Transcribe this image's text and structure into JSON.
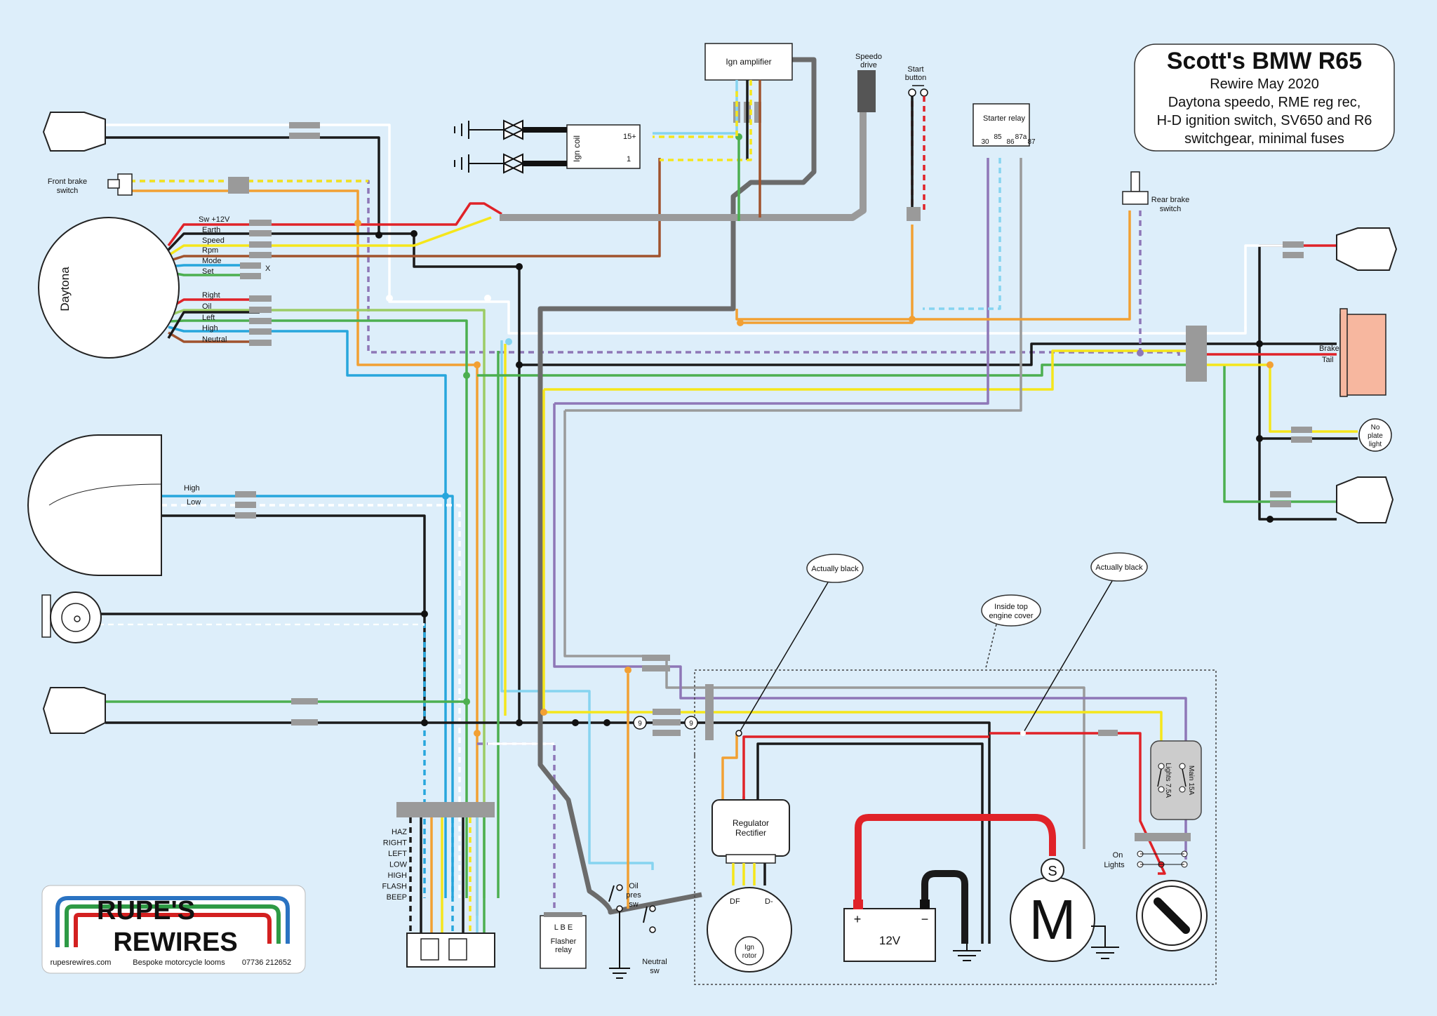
{
  "title": {
    "main": "Scott's BMW R65",
    "line1": "Rewire May 2020",
    "line2": "Daytona speedo, RME reg rec,",
    "line3": "H-D ignition switch, SV650 and R6",
    "line4": "switchgear, minimal fuses"
  },
  "components": {
    "ign_amplifier": "Ign amplifier",
    "ign_coil": "Ign coil",
    "coil_15": "15+",
    "coil_1": "1",
    "speedo_drive_1": "Speedo",
    "speedo_drive_2": "drive",
    "start_button_1": "Start",
    "start_button_2": "button",
    "starter_relay": "Starter relay",
    "relay_30": "30",
    "relay_85": "85",
    "relay_86": "86",
    "relay_87a": "87a",
    "relay_87": "87",
    "rear_brake_1": "Rear brake",
    "rear_brake_2": "switch",
    "front_brake_1": "Front brake",
    "front_brake_2": "switch",
    "daytona": "Daytona",
    "brake": "Brake",
    "tail": "Tail",
    "no_plate_1": "No",
    "no_plate_2": "plate",
    "no_plate_3": "light",
    "high": "High",
    "low": "Low",
    "actually_black_1": "Actually black",
    "actually_black_2": "Actually black",
    "inside_top_1": "Inside top",
    "inside_top_2": "engine cover",
    "regrec_1": "Regulator",
    "regrec_2": "Rectifier",
    "df": "DF",
    "dminus": "D-",
    "ign_rotor_1": "Ign",
    "ign_rotor_2": "rotor",
    "battery": "12V",
    "bat_plus": "+",
    "bat_minus": "−",
    "motor": "M",
    "solenoid": "S",
    "fuse_main": "Main 15A",
    "fuse_lights": "Lights 7.5A",
    "on": "On",
    "lights": "Lights",
    "oil_1": "Oil",
    "oil_2": "pres",
    "oil_3": "sw",
    "neutral_1": "Neutral",
    "neutral_2": "sw",
    "flasher_lbe": "L  B  E",
    "flasher_1": "Flasher",
    "flasher_2": "relay",
    "nine_a": "9",
    "nine_b": "9",
    "x_mark": "X"
  },
  "speedo_labels": [
    "Sw +12V",
    "Earth",
    "Speed",
    "Rpm",
    "Mode",
    "Set",
    "Right",
    "Oil",
    "Left",
    "High",
    "Neutral"
  ],
  "switch_labels": [
    "HAZ",
    "RIGHT",
    "LEFT",
    "LOW",
    "HIGH",
    "FLASH",
    "BEEP"
  ],
  "logo": {
    "line1": "RUPE'S",
    "line2": "REWIRES",
    "website": "rupesrewires.com",
    "tagline": "Bespoke motorcycle looms",
    "phone": "07736 212652"
  },
  "colors": {
    "background": "#ddeefa",
    "black": "#1a1a1a",
    "red": "#e02228",
    "orange": "#f2a033",
    "yellow": "#f5e61b",
    "green": "#4caf50",
    "light_green": "#9ccc65",
    "blue": "#27a6dc",
    "light_blue": "#86d4f0",
    "white": "#ffffff",
    "brown": "#a0522d",
    "purple": "#8e77b7",
    "grey": "#9a9a9a",
    "tail_light": "#f7b79f"
  }
}
